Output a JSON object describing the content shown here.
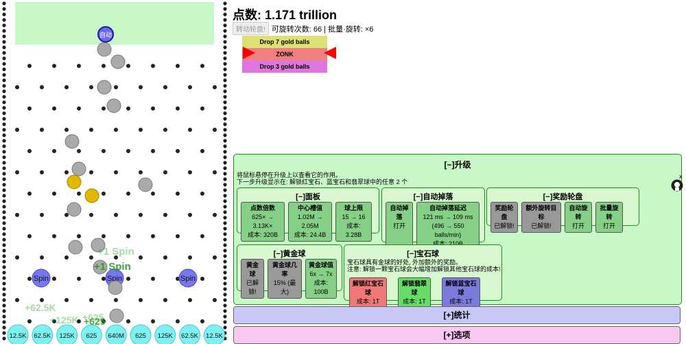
{
  "board": {
    "drop_zone_color": "#c8f8c8",
    "auto_label": "自动",
    "float_texts": [
      "+1 Spin",
      "+1 Spin",
      "+62.5K",
      "+125K",
      "+625",
      "+625"
    ],
    "spin_label": "Spin",
    "bins": [
      "12.5K",
      "62.5K",
      "125K",
      "625",
      "640M",
      "625",
      "125K",
      "62.5K",
      "12.5K"
    ]
  },
  "header": {
    "score": "点数: 1.171 trillion",
    "spin_button": "转动轮盘!",
    "spin_info": "可旋转次数: 66 | 批量·旋转: ×6"
  },
  "wheel": {
    "segments": [
      {
        "label": "Drop 7 gold balls",
        "color": "#dde077"
      },
      {
        "label": "ZONK",
        "color": "#f08080"
      },
      {
        "label": "Drop 3 gold balls",
        "color": "#dd77dd"
      }
    ],
    "pointer_color": "#ff0000"
  },
  "upgrades": {
    "title": "[−]升级",
    "note1": "将鼠标悬停在升级上以查看它的作用。",
    "note2": "下一步升级显示在:   解锁红宝石、蓝宝石和翡翠球中的任意 2 个",
    "panel": {
      "title": "[−]面板",
      "cards": [
        {
          "title": "点数倍数",
          "l1": "625× → 3.13K×",
          "l2": "成本: 320B"
        },
        {
          "title": "中心槽值",
          "l1": "1.02M → 2.05M",
          "l2": "成本: 24.4B"
        },
        {
          "title": "球上限",
          "l1": "15 → 16",
          "l2": "成本: 3.28B"
        }
      ]
    },
    "autodrop": {
      "title": "[−]自动掉落",
      "c1": {
        "title": "自动掉落",
        "l1": "打开"
      },
      "c2": {
        "title": "自动掉落延迟",
        "l1": "121 ms → 109 ms",
        "l2": "(496 → 550 balls/min)",
        "l3": "成本: 210B"
      }
    },
    "bonuswheel": {
      "title": "[−]奖励轮盘",
      "cards": [
        {
          "title": "奖励轮盘",
          "l1": "已解锁!"
        },
        {
          "title": "额外旋转目标",
          "l1": "已解锁!"
        },
        {
          "title": "自动旋转",
          "l1": "打开"
        },
        {
          "title": "批量旋转",
          "l1": "打开"
        }
      ]
    },
    "gold": {
      "title": "[−]黄金球",
      "cards": [
        {
          "title": "黄金球",
          "l1": "已解锁!"
        },
        {
          "title": "黄金球几率",
          "l1": "15% (最大)"
        },
        {
          "title": "黄金球值",
          "l1": "6x → 7x",
          "l2": "成本: 100B"
        }
      ]
    },
    "gem": {
      "title": "[−]宝石球",
      "note1": "宝石球具有金球的好处, 外加额外的奖励。",
      "note2": "注意: 解锁一颗宝石球会大幅增加解锁其他宝石球的成本!",
      "cards": [
        {
          "title": "解锁红宝石球",
          "l1": "成本: 1T"
        },
        {
          "title": "解锁翡翠球",
          "l1": "成本: 1T"
        },
        {
          "title": "解锁蓝宝石球",
          "l1": "成本: 1T"
        }
      ]
    }
  },
  "stats": {
    "title": "[+]统计",
    "color": "#c8c8f8"
  },
  "options": {
    "title": "[+]选项",
    "color": "#f8c8f0"
  },
  "close_label": "x",
  "github_icon": "github-icon"
}
